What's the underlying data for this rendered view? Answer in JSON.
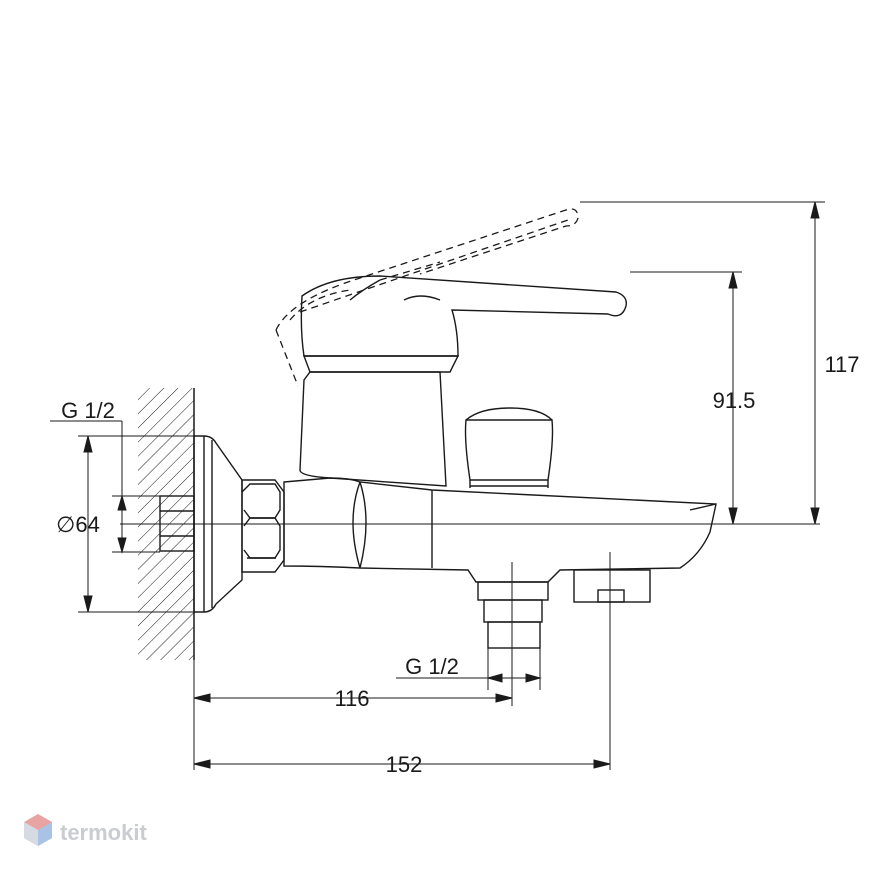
{
  "dimensions": {
    "total_height": "117",
    "lever_height": "91.5",
    "inlet_thread": "G 1/2",
    "cover_diameter": "∅64",
    "outlet_thread": "G 1/2",
    "outlet_distance": "116",
    "spout_reach": "152"
  },
  "watermark": {
    "brand": "termokit"
  },
  "colors": {
    "line": "#1a1a1a",
    "watermark": "#c9ccd1",
    "logo_red": "#e8a3a3",
    "logo_blue": "#a9c3e6"
  }
}
